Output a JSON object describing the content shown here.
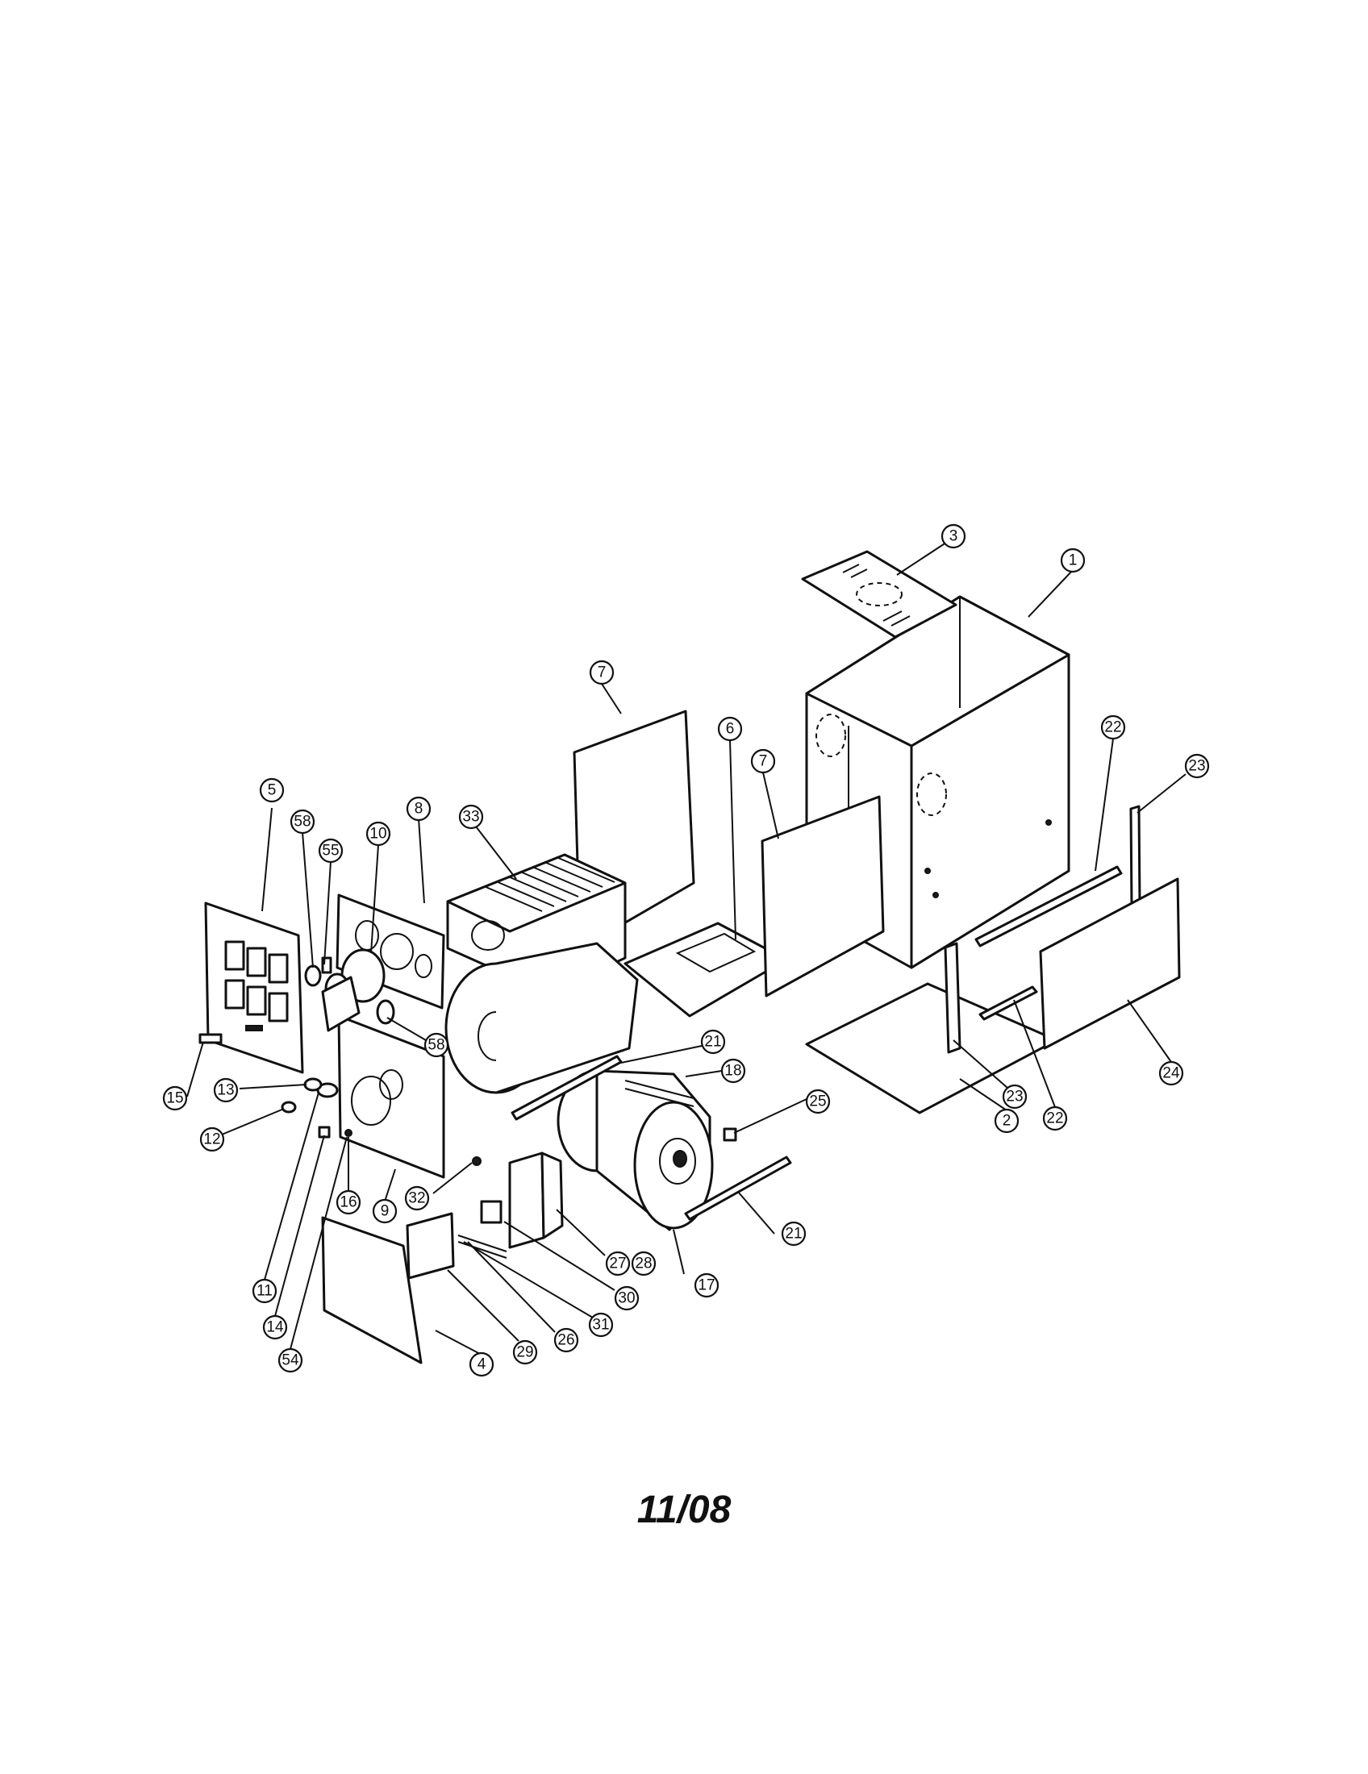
{
  "revision_label": "11/08",
  "callout_labels": [
    "1",
    "2",
    "3",
    "4",
    "5",
    "6",
    "7",
    "7",
    "8",
    "9",
    "10",
    "11",
    "12",
    "13",
    "14",
    "15",
    "16",
    "17",
    "18",
    "21",
    "21",
    "22",
    "22",
    "23",
    "23",
    "24",
    "25",
    "26",
    "27",
    "28",
    "29",
    "30",
    "31",
    "32",
    "33",
    "54",
    "55",
    "58",
    "58"
  ]
}
